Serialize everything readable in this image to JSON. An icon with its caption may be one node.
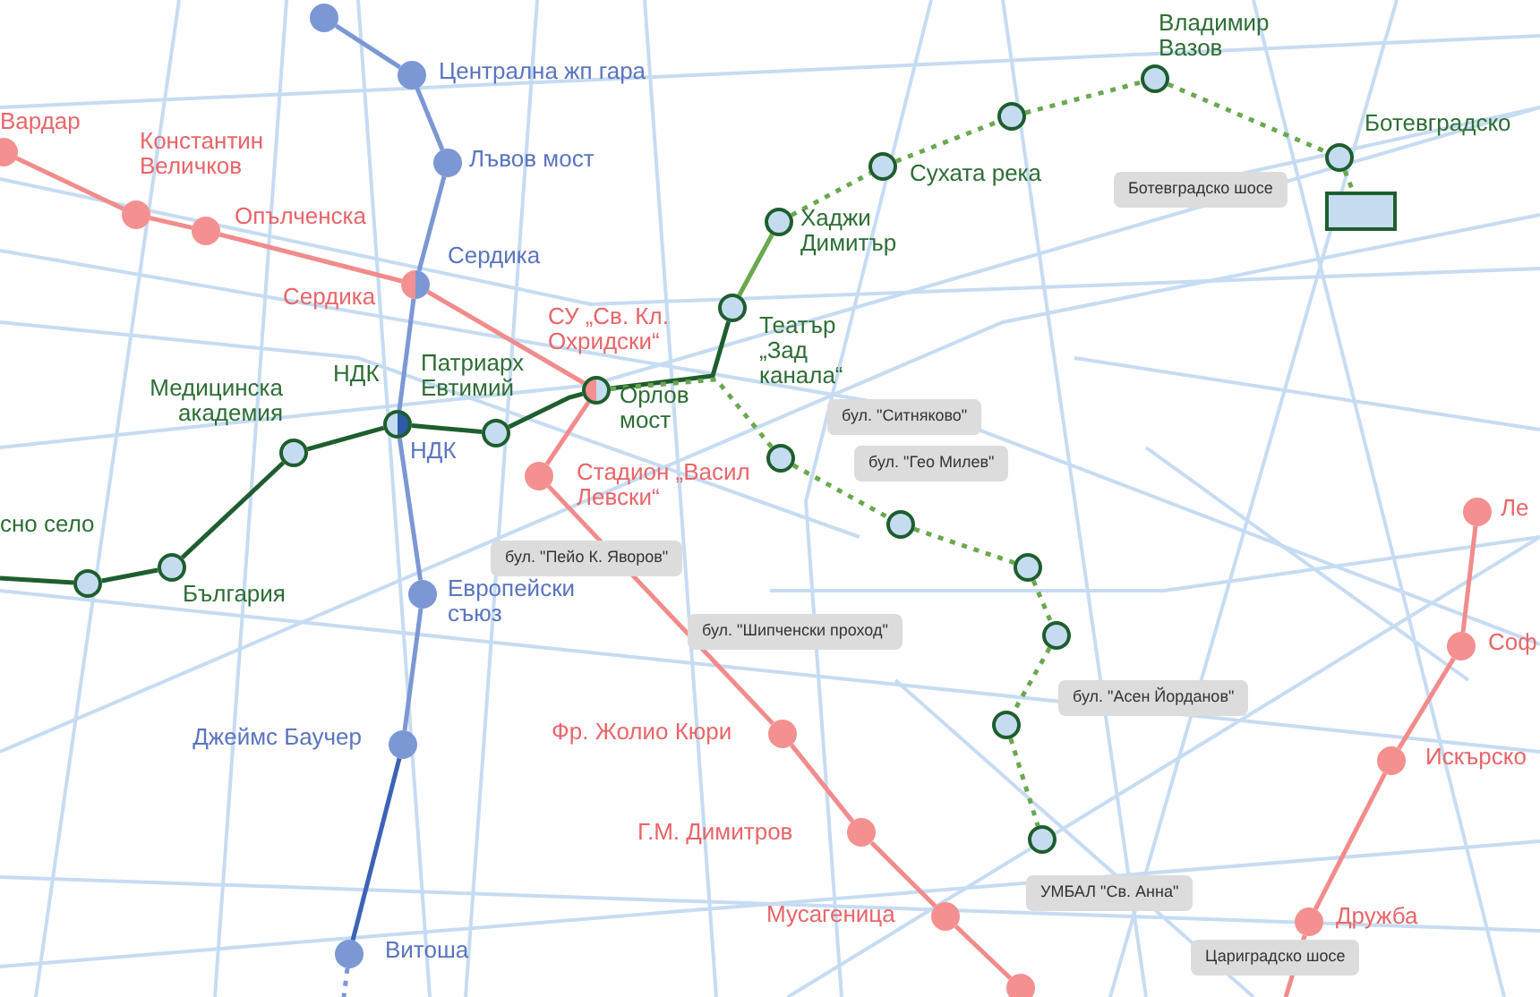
{
  "diagram": {
    "nodes": [
      {
        "text": [],
        "shape": "circle"
      },
      {
        "text": [],
        "shape": "circle",
        "beside": [
          "Централна жп гара"
        ]
      },
      {
        "text": [],
        "shape": "circle",
        "beside": [
          "Лъвов мост"
        ]
      },
      {
        "text": [],
        "shape": "circle",
        "beside": [
          "Сердика",
          "Сердика"
        ]
      },
      {
        "text": [],
        "shape": "circle",
        "beside": [
          "НДК",
          "НДК"
        ]
      },
      {
        "text": [],
        "shape": "circle",
        "beside": [
          "Европейски съюз"
        ]
      },
      {
        "text": [],
        "shape": "circle",
        "beside": [
          "Джеймс Баучер"
        ]
      },
      {
        "text": [],
        "shape": "circle",
        "beside": [
          "Витоша"
        ]
      },
      {
        "text": [],
        "shape": "circle",
        "beside": [
          "Вардар"
        ]
      },
      {
        "text": [],
        "shape": "circle",
        "beside": [
          "Константин Величков"
        ]
      },
      {
        "text": [],
        "shape": "circle",
        "beside": [
          "Опълченска"
        ]
      },
      {
        "text": [],
        "shape": "circle",
        "beside": [
          "СУ „Св. Кл. Охридски“",
          "Орлов мост"
        ]
      },
      {
        "text": [],
        "shape": "circle",
        "beside": [
          "Стадион „Васил Левски“"
        ]
      },
      {
        "text": [],
        "shape": "circle",
        "beside": [
          "Фр. Жолио Кюри"
        ]
      },
      {
        "text": [],
        "shape": "circle",
        "beside": [
          "Г.М. Димитров"
        ]
      },
      {
        "text": [],
        "shape": "circle",
        "beside": [
          "Мусагеница"
        ]
      },
      {
        "text": [],
        "shape": "circle"
      },
      {
        "text": [],
        "shape": "circle",
        "beside": [
          "Ле"
        ]
      },
      {
        "text": [],
        "shape": "circle",
        "beside": [
          "Соф"
        ]
      },
      {
        "text": [],
        "shape": "circle",
        "beside": [
          "Искърско"
        ]
      },
      {
        "text": [],
        "shape": "circle",
        "beside": [
          "Дружба"
        ]
      },
      {
        "text": [],
        "shape": "circle",
        "beside": [
          "сно село"
        ]
      },
      {
        "text": [],
        "shape": "circle",
        "beside": [
          "България"
        ]
      },
      {
        "text": [],
        "shape": "circle",
        "beside": [
          "Медицинска академия"
        ]
      },
      {
        "text": [],
        "shape": "circle",
        "beside": [
          "Патриарх Евтимий"
        ]
      },
      {
        "text": [],
        "shape": "circle",
        "beside": [
          "Театър „Зад канала“"
        ]
      },
      {
        "text": [],
        "shape": "circle",
        "beside": [
          "Хаджи Димитър"
        ]
      },
      {
        "text": [],
        "shape": "circle",
        "beside": [
          "Сухата река"
        ]
      },
      {
        "text": [],
        "shape": "circle"
      },
      {
        "text": [],
        "shape": "circle",
        "beside": [
          "Владимир Вазов"
        ]
      },
      {
        "text": [],
        "shape": "circle",
        "beside": [
          "Ботевградско"
        ]
      },
      {
        "text": [],
        "shape": "box"
      },
      {
        "text": [],
        "shape": "circle"
      },
      {
        "text": [],
        "shape": "circle"
      },
      {
        "text": [],
        "shape": "circle"
      },
      {
        "text": [],
        "shape": "circle"
      },
      {
        "text": [],
        "shape": "circle"
      },
      {
        "text": [],
        "shape": "circle"
      }
    ],
    "edges": [
      {
        "from": 0,
        "to": 1,
        "arrow": "none",
        "color": "#7b97d4"
      },
      {
        "from": 1,
        "to": 2,
        "arrow": "none",
        "color": "#7b97d4"
      },
      {
        "from": 2,
        "to": 3,
        "arrow": "none",
        "color": "#7b97d4"
      },
      {
        "from": 3,
        "to": 4,
        "arrow": "none",
        "color": "#7b97d4"
      },
      {
        "from": 4,
        "to": 5,
        "arrow": "none",
        "color": "#7b97d4"
      },
      {
        "from": 5,
        "to": 6,
        "arrow": "none",
        "color": "#7b97d4"
      },
      {
        "from": 6,
        "to": 7,
        "arrow": "none",
        "color": "#3d63b8"
      },
      {
        "from": 7,
        "to": null,
        "arrow": "none",
        "color": "#7b97d4",
        "style": "dashed"
      },
      {
        "from": 8,
        "to": 9,
        "arrow": "none",
        "color": "#f28b8b"
      },
      {
        "from": 9,
        "to": 10,
        "arrow": "none",
        "color": "#f28b8b"
      },
      {
        "from": 10,
        "to": 3,
        "arrow": "none",
        "color": "#f28b8b"
      },
      {
        "from": 3,
        "to": 11,
        "arrow": "none",
        "color": "#f28b8b"
      },
      {
        "from": 11,
        "to": 12,
        "arrow": "none",
        "color": "#f28b8b"
      },
      {
        "from": 12,
        "to": 13,
        "arrow": "none",
        "color": "#f28b8b"
      },
      {
        "from": 13,
        "to": 14,
        "arrow": "none",
        "color": "#f28b8b"
      },
      {
        "from": 14,
        "to": 15,
        "arrow": "none",
        "color": "#f28b8b"
      },
      {
        "from": 15,
        "to": 16,
        "arrow": "none",
        "color": "#f28b8b"
      },
      {
        "from": 17,
        "to": 18,
        "arrow": "none",
        "color": "#f28b8b"
      },
      {
        "from": 18,
        "to": 19,
        "arrow": "none",
        "color": "#f28b8b"
      },
      {
        "from": 19,
        "to": 20,
        "arrow": "none",
        "color": "#f28b8b"
      },
      {
        "from": 20,
        "to": null,
        "arrow": "none",
        "color": "#f28b8b"
      },
      {
        "from": null,
        "to": 21,
        "arrow": "none",
        "color": "#1e5e2e"
      },
      {
        "from": 21,
        "to": 22,
        "arrow": "none",
        "color": "#1e5e2e"
      },
      {
        "from": 22,
        "to": 23,
        "arrow": "none",
        "color": "#1e5e2e"
      },
      {
        "from": 23,
        "to": 4,
        "arrow": "none",
        "color": "#1e5e2e"
      },
      {
        "from": 4,
        "to": 24,
        "arrow": "none",
        "color": "#1e5e2e"
      },
      {
        "from": 24,
        "to": 11,
        "arrow": "none",
        "color": "#1e5e2e"
      },
      {
        "from": 11,
        "to": 25,
        "arrow": "none",
        "color": "#1e5e2e"
      },
      {
        "from": 25,
        "to": 26,
        "arrow": "none",
        "color": "#6aa84f"
      },
      {
        "from": 26,
        "to": 27,
        "arrow": "none",
        "color": "#6aa84f",
        "style": "dashed"
      },
      {
        "from": 27,
        "to": 28,
        "arrow": "none",
        "color": "#6aa84f",
        "style": "dashed"
      },
      {
        "from": 28,
        "to": 29,
        "arrow": "none",
        "color": "#6aa84f",
        "style": "dashed"
      },
      {
        "from": 29,
        "to": 30,
        "arrow": "none",
        "color": "#6aa84f",
        "style": "dashed"
      },
      {
        "from": 30,
        "to": 31,
        "arrow": "none",
        "color": "#6aa84f",
        "style": "dashed"
      },
      {
        "from": 11,
        "to": 32,
        "arrow": "none",
        "color": "#6aa84f",
        "style": "dashed"
      },
      {
        "from": 32,
        "to": 33,
        "arrow": "none",
        "color": "#6aa84f",
        "style": "dashed"
      },
      {
        "from": 33,
        "to": 34,
        "arrow": "none",
        "color": "#6aa84f",
        "style": "dashed"
      },
      {
        "from": 34,
        "to": 35,
        "arrow": "none",
        "color": "#6aa84f",
        "style": "dashed"
      },
      {
        "from": 35,
        "to": 36,
        "arrow": "none",
        "color": "#6aa84f",
        "style": "dashed"
      },
      {
        "from": 36,
        "to": 37,
        "arrow": "none",
        "color": "#6aa84f",
        "style": "dashed"
      }
    ],
    "labels": [
      "Ботевградско шосе",
      "бул. \"Ситняково\"",
      "бул. \"Гео Милев\"",
      "бул. \"Пейо К. Яворов\"",
      "бул. \"Шипченски проход\"",
      "бул. \"Асен Йорданов\"",
      "УМБАЛ \"Св. Анна\"",
      "Цариградско шосе"
    ]
  }
}
